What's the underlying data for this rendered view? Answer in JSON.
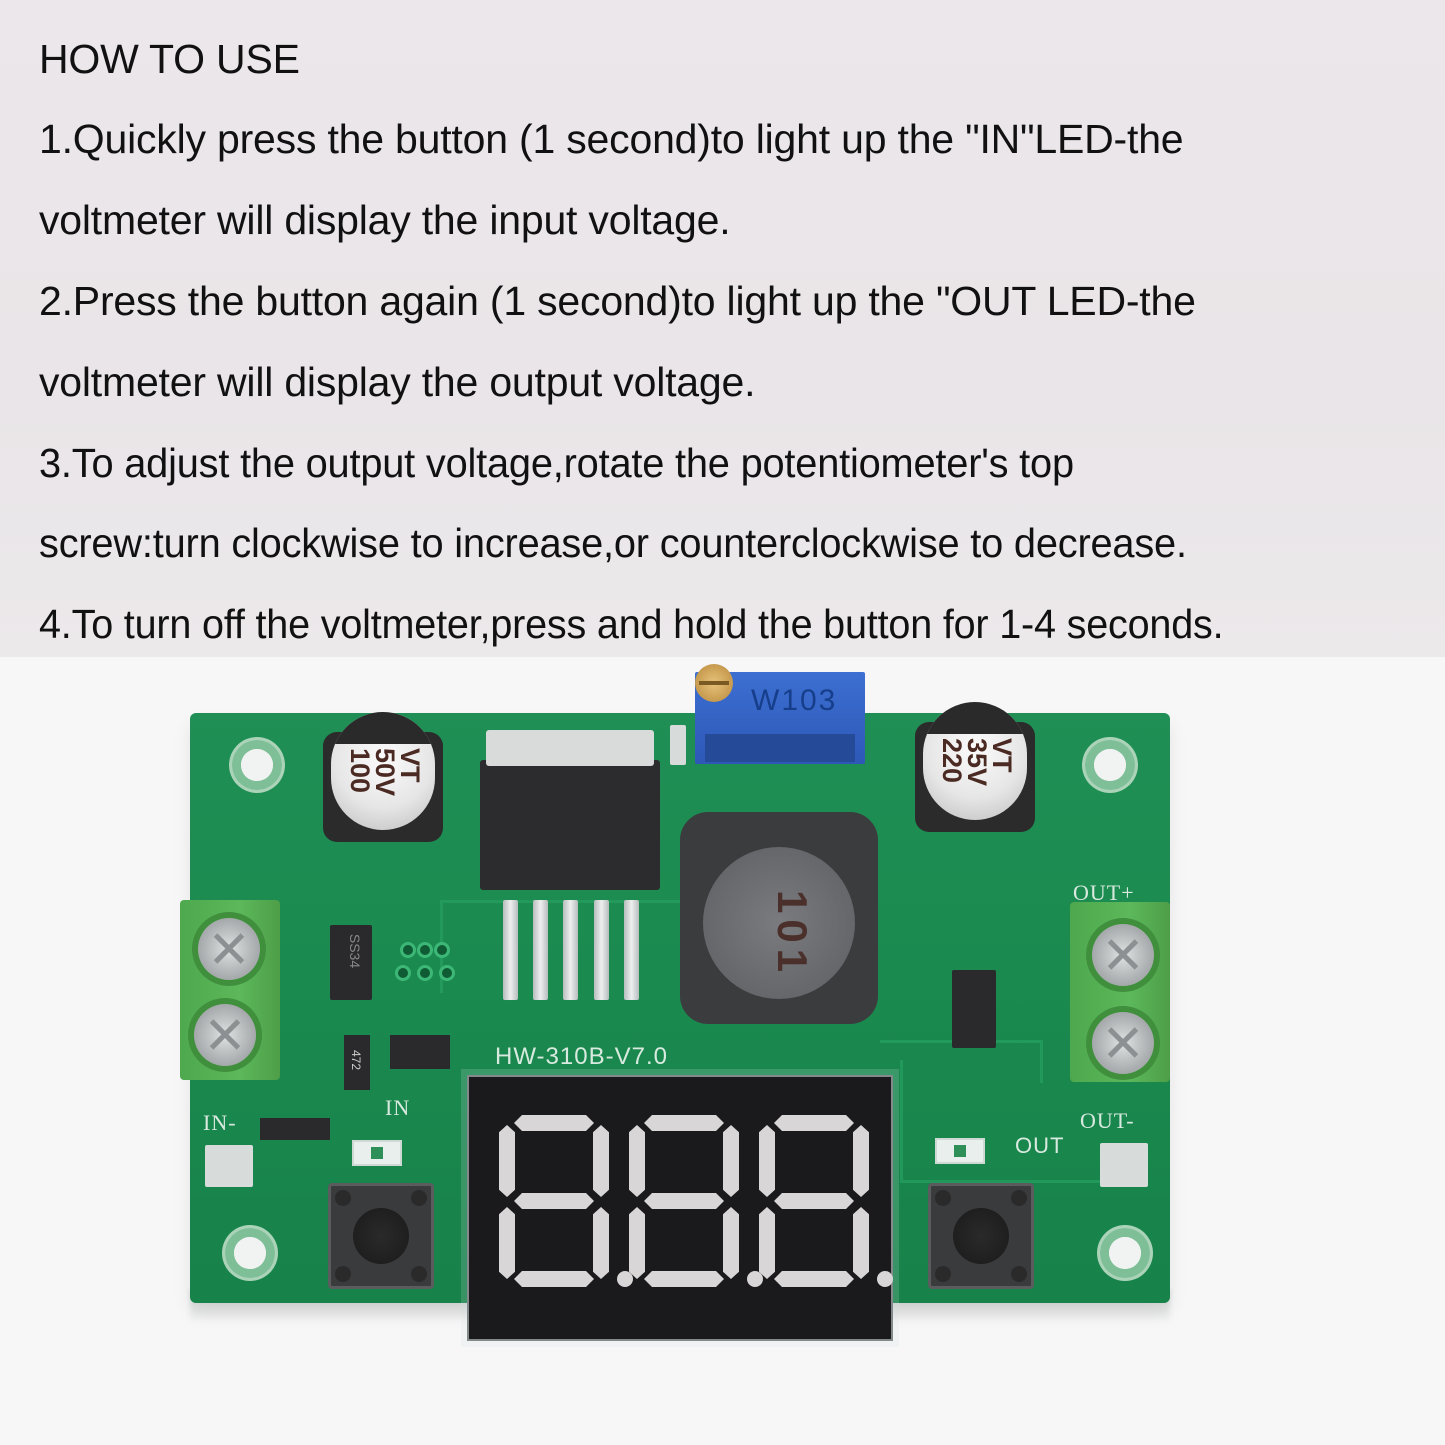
{
  "instructions": {
    "heading": "HOW TO USE",
    "lines": [
      "1.Quickly press the button (1 second)to light up the \"IN\"LED-the",
      "voltmeter will display the input voltage.",
      "2.Press the button again (1 second)to light up the \"OUT LED-the",
      "voltmeter will display the output voltage.",
      "3.To adjust the output voltage,rotate the potentiometer's top",
      "screw:turn clockwise to increase,or counterclockwise to decrease.",
      "4.To turn off the voltmeter,press and hold the button for 1-4 seconds."
    ]
  },
  "board": {
    "model_label": "HW-310B-V7.0",
    "input_capacitor": {
      "line1": "100",
      "line2": "50V",
      "line3": "VT"
    },
    "output_capacitor": {
      "line1": "220",
      "line2": "35V",
      "line3": "VT"
    },
    "potentiometer_label": "W103",
    "inductor_label": "101",
    "diode_label": "SS34",
    "resistor_label": "472",
    "silkscreen": {
      "in_led": "IN",
      "out_led": "OUT",
      "in_minus": "IN-",
      "out_minus": "OUT-",
      "out_plus": "OUT+"
    },
    "display": {
      "digits": [
        "8.",
        "8.",
        "8."
      ]
    },
    "colors": {
      "pcb_green": "#1b8a4f",
      "terminal_green": "#5cb85a",
      "potentiometer_blue": "#3c6fd1",
      "display_black": "#1a1a1d",
      "background": "#ebe7ea"
    }
  }
}
